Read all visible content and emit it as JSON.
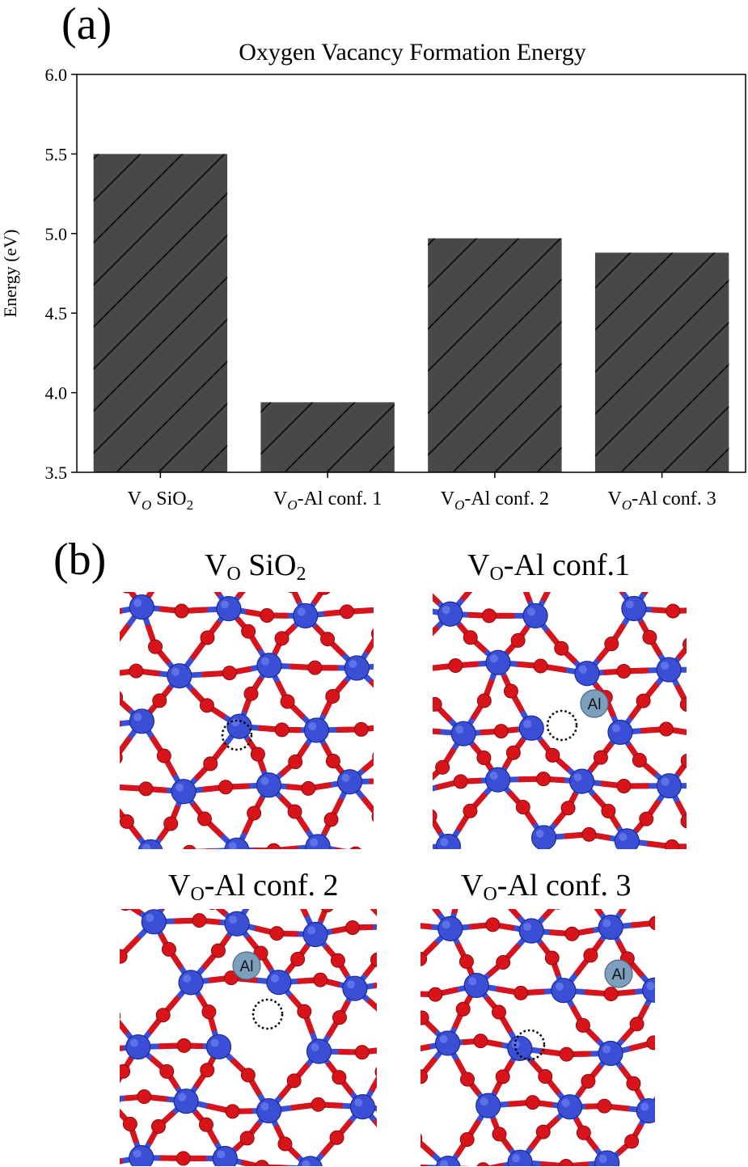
{
  "panels": {
    "a": "(a)",
    "b": "(b)"
  },
  "chart_data": {
    "type": "bar",
    "title": "Oxygen Vacancy Formation Energy",
    "xlabel": "",
    "ylabel": "Energy (eV)",
    "ylim": [
      3.5,
      6.0
    ],
    "yticks": [
      "3.5",
      "4.0",
      "4.5",
      "5.0",
      "5.5",
      "6.0"
    ],
    "categories": [
      {
        "main": "V",
        "sub": "O",
        "rest": " SiO",
        "sub2": "2"
      },
      {
        "main": "V",
        "sub": "O",
        "rest": "-Al conf. 1",
        "sub2": ""
      },
      {
        "main": "V",
        "sub": "O",
        "rest": "-Al conf. 2",
        "sub2": ""
      },
      {
        "main": "V",
        "sub": "O",
        "rest": "-Al conf. 3",
        "sub2": ""
      }
    ],
    "values": [
      5.5,
      3.94,
      4.97,
      4.88
    ],
    "bar_color": "#484848",
    "hatch": "diagonal",
    "grid": false
  },
  "structures": [
    {
      "title_main": "V",
      "title_sub": "O",
      "title_rest": " SiO",
      "title_sub2": "2",
      "al_label": ""
    },
    {
      "title_main": "V",
      "title_sub": "O",
      "title_rest": "-Al conf.1",
      "title_sub2": "",
      "al_label": "Al"
    },
    {
      "title_main": "V",
      "title_sub": "O",
      "title_rest": "-Al conf. 2",
      "title_sub2": "",
      "al_label": "Al"
    },
    {
      "title_main": "V",
      "title_sub": "O",
      "title_rest": "-Al conf. 3",
      "title_sub2": "",
      "al_label": "Al"
    }
  ],
  "colors": {
    "si": "#3a4fd6",
    "o": "#d8141a",
    "al": "#7d9fbe",
    "vacancy": "#000000"
  }
}
